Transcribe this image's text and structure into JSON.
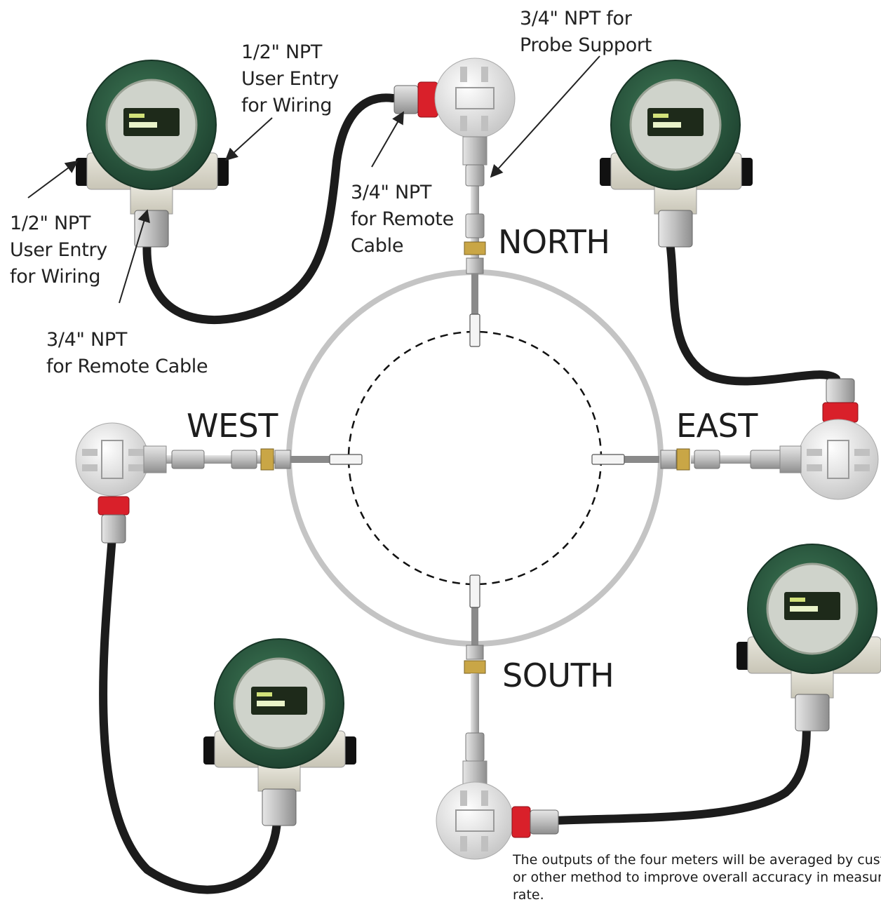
{
  "directions": {
    "north": "NORTH",
    "east": "EAST",
    "south": "SOUTH",
    "west": "WEST"
  },
  "callouts": {
    "probe_support": [
      "3/4\" NPT for",
      "Probe Support"
    ],
    "user_entry_top": [
      "1/2\" NPT",
      "User Entry",
      "for Wiring"
    ],
    "user_entry_left": [
      "1/2\" NPT",
      "User Entry",
      "for Wiring"
    ],
    "remote_cable_north": [
      "3/4\" NPT",
      "for Remote",
      "Cable"
    ],
    "remote_cable_left": [
      "3/4\" NPT",
      "for Remote Cable"
    ]
  },
  "note": [
    "The outputs of the four meters will be averaged by custome",
    "or other method to improve overall accuracy in measuring",
    "rate."
  ],
  "colors": {
    "enclosure_green": "#2f5f44",
    "enclosure_body": "#dcd9cc",
    "probe_head": "#e6e6e6",
    "seal_red": "#d9202a",
    "cable": "#1c1c1c",
    "pipe": "#c4c4c4",
    "brass": "#c9a646",
    "lcd": "#1e2a1a"
  },
  "icons": {
    "transmitter": "flow-meter-transmitter-icon",
    "probe_head": "junction-box-icon",
    "arrow": "callout-arrow-icon"
  }
}
